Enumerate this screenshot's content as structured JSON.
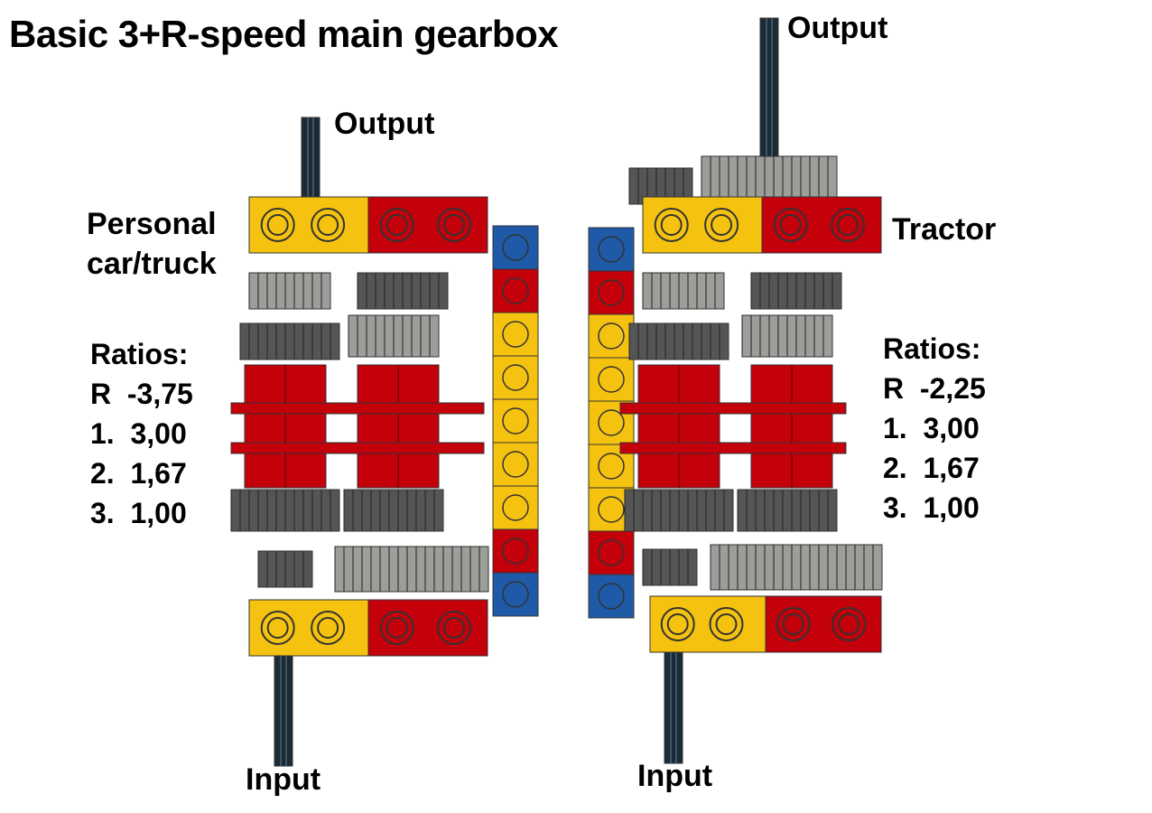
{
  "title": "Basic 3+R-speed main gearbox",
  "left": {
    "caption_line1": "Personal",
    "caption_line2": "car/truck",
    "output_label": "Output",
    "input_label": "Input",
    "ratios_header": "Ratios:",
    "ratios": [
      {
        "gear": "R",
        "value": "-3,75"
      },
      {
        "gear": "1.",
        "value": "3,00"
      },
      {
        "gear": "2.",
        "value": "1,67"
      },
      {
        "gear": "3.",
        "value": "1,00"
      }
    ]
  },
  "right": {
    "caption": "Tractor",
    "output_label": "Output",
    "input_label": "Input",
    "ratios_header": "Ratios:",
    "ratios": [
      {
        "gear": "R",
        "value": "-2,25"
      },
      {
        "gear": "1.",
        "value": "3,00"
      },
      {
        "gear": "2.",
        "value": "1,67"
      },
      {
        "gear": "3.",
        "value": "1,00"
      }
    ]
  },
  "colors": {
    "yellow": "#f5c30f",
    "red": "#c4000b",
    "blue": "#1e5aa8",
    "gray": "#9c9e9a",
    "dark_gray": "#555555",
    "axle": "#1b2a34"
  }
}
